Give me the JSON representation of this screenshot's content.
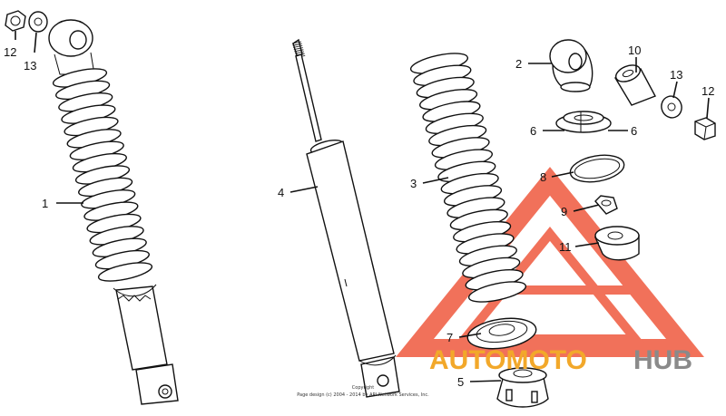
{
  "callouts": {
    "c12a": "12",
    "c13a": "13",
    "c1": "1",
    "c4": "4",
    "c3": "3",
    "c2": "2",
    "c10": "10",
    "c13b": "13",
    "c12b": "12",
    "c6a": "6",
    "c6b": "6",
    "c8": "8",
    "c9": "9",
    "c11": "11",
    "c7": "7",
    "c5": "5"
  },
  "copyright": {
    "line1": "Copyright",
    "line2": "Page design (c) 2004 - 2014 by ARI Network Services, Inc."
  },
  "watermark": {
    "brand_part1": "AUTOMOTO",
    "brand_part2": "HUB",
    "color_primary": "#e8502a",
    "color_accent": "#f2a82a",
    "color_secondary": "#8a8a8a"
  }
}
